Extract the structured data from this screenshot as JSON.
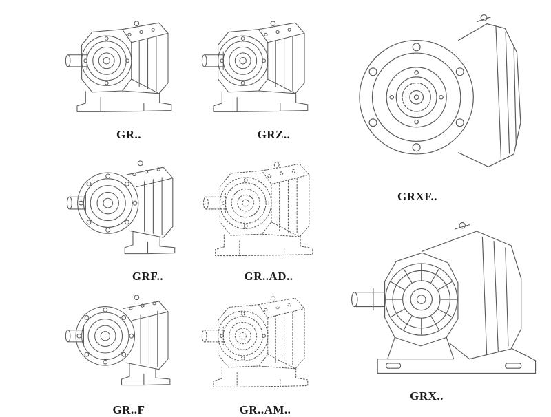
{
  "page": {
    "background_color": "#ffffff",
    "line_color": "#5a5a5a",
    "ghost_line_color": "#c7c7c7",
    "label_color": "#1b1b1b"
  },
  "figures": [
    {
      "label": "GR..",
      "drawing": "helical-gearbox-foot-mounted",
      "line_style": "solid"
    },
    {
      "label": "GRZ..",
      "drawing": "helical-gearbox-foot-mounted",
      "line_style": "solid"
    },
    {
      "label": "GRXF..",
      "drawing": "helical-gearbox-output-flange",
      "line_style": "solid"
    },
    {
      "label": "GRF..",
      "drawing": "helical-gearbox-flange-mounted",
      "line_style": "solid"
    },
    {
      "label": "GR..AD..",
      "drawing": "helical-gearbox-input-adapter",
      "line_style": "ghost"
    },
    {
      "label": "GR..F",
      "drawing": "helical-gearbox-flange-mounted",
      "line_style": "solid"
    },
    {
      "label": "GR..AM..",
      "drawing": "helical-gearbox-input-adapter",
      "line_style": "ghost"
    },
    {
      "label": "GRX..",
      "drawing": "helical-gearbox-large-frame",
      "line_style": "solid"
    }
  ]
}
